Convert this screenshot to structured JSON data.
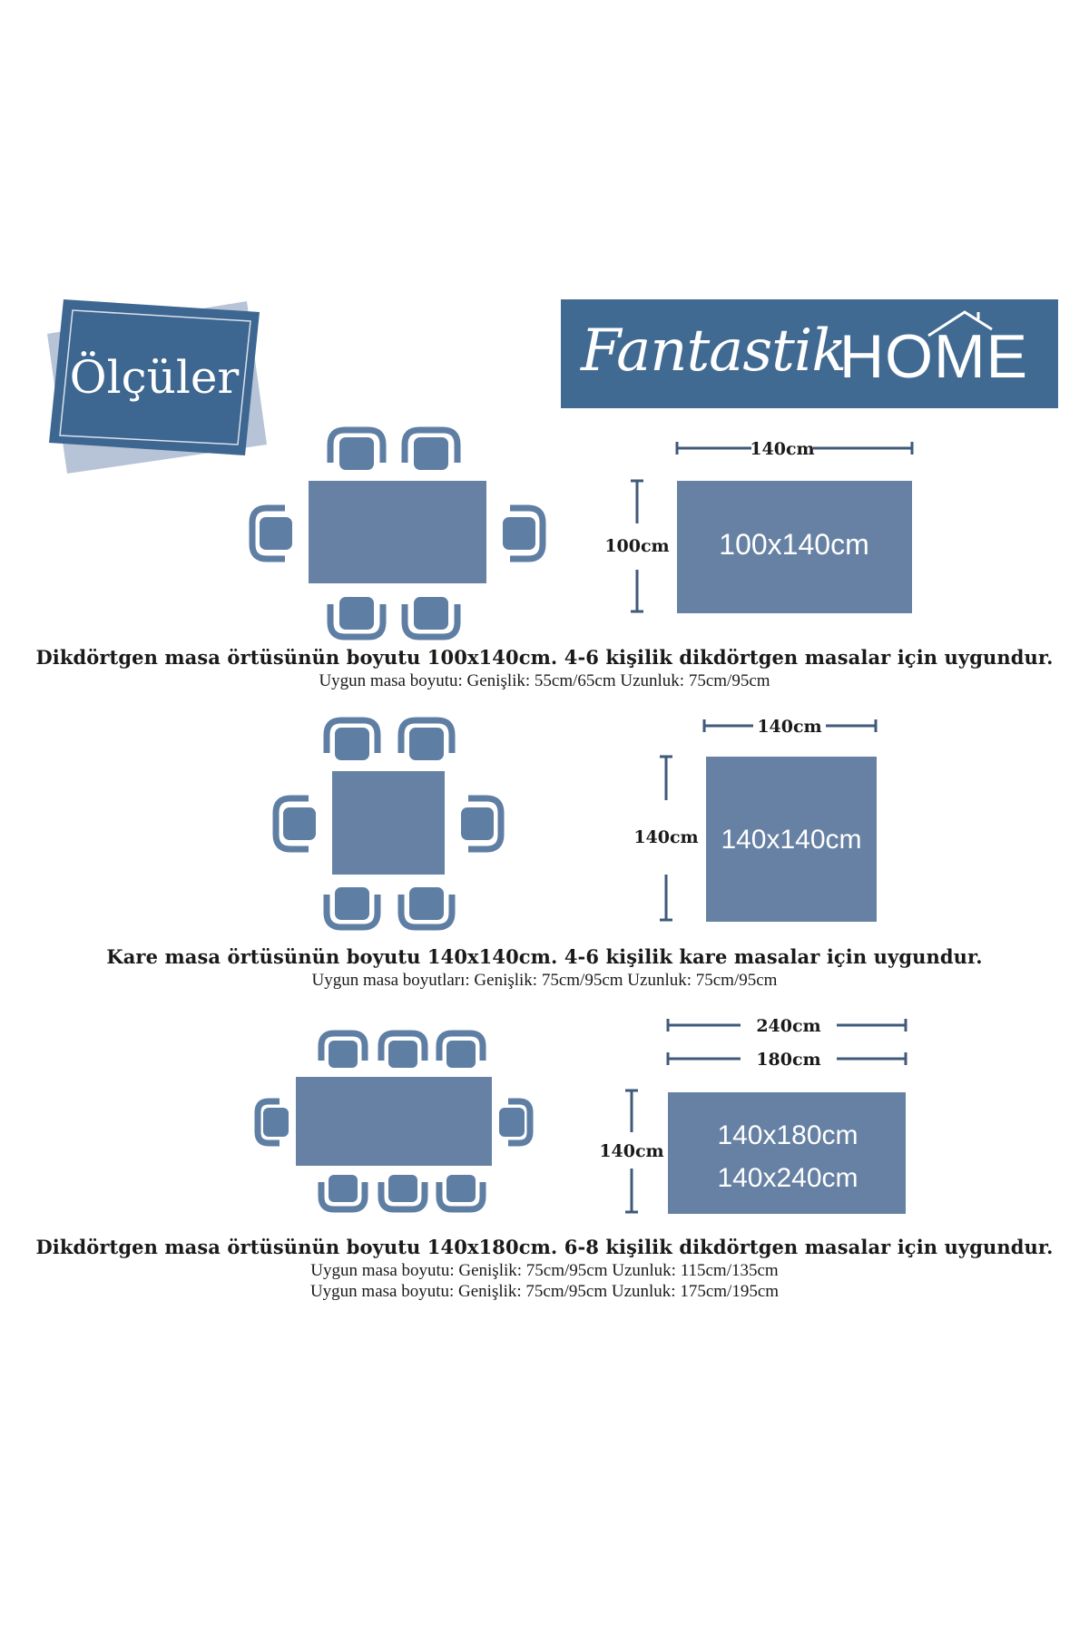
{
  "badge": {
    "label": "Ölçüler"
  },
  "brand": {
    "script": "Fantastik",
    "word": "HOME"
  },
  "colors": {
    "brand_blue": "#416a92",
    "table_blue": "#6681a3",
    "chair_blue": "#5f7ea3",
    "dim_line": "#3f5a7a"
  },
  "sections": [
    {
      "width_label": "140cm",
      "height_label": "100cm",
      "size_lines": [
        "100x140cm"
      ],
      "caption": "Dikdörtgen masa örtüsünün boyutu 100x140cm. 4-6 kişilik dikdörtgen masalar için uygundur.",
      "sub": [
        "Uygun masa boyutu: Genişlik: 55cm/65cm Uzunluk: 75cm/95cm"
      ]
    },
    {
      "width_label": "140cm",
      "height_label": "140cm",
      "size_lines": [
        "140x140cm"
      ],
      "caption": "Kare masa örtüsünün boyutu 140x140cm. 4-6 kişilik kare masalar için uygundur.",
      "sub": [
        "Uygun masa boyutları: Genişlik: 75cm/95cm  Uzunluk: 75cm/95cm"
      ]
    },
    {
      "width_label_outer": "240cm",
      "width_label": "180cm",
      "height_label": "140cm",
      "size_lines": [
        "140x180cm",
        "140x240cm"
      ],
      "caption": "Dikdörtgen masa örtüsünün boyutu 140x180cm. 6-8 kişilik dikdörtgen masalar için uygundur.",
      "sub": [
        "Uygun masa boyutu: Genişlik: 75cm/95cm  Uzunluk: 115cm/135cm",
        "Uygun masa boyutu: Genişlik: 75cm/95cm  Uzunluk: 175cm/195cm"
      ]
    }
  ]
}
